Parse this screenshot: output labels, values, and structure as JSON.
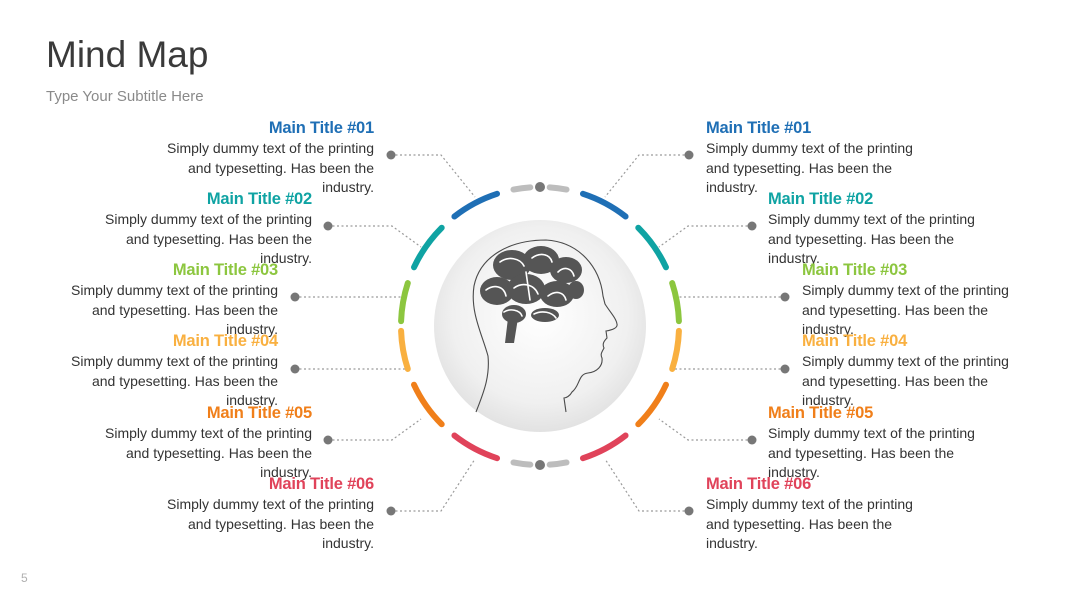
{
  "header": {
    "title": "Mind Map",
    "subtitle": "Type Your Subtitle Here"
  },
  "footer": {
    "page_number": "5"
  },
  "center_icon": "brain-head-icon",
  "colors": {
    "blue": "#1f6fb5",
    "teal": "#0fa3a3",
    "green": "#8cc63f",
    "yellow": "#f9b040",
    "orange": "#f07f1a",
    "red": "#e0435a",
    "gray": "#bdbdbd"
  },
  "left_items": [
    {
      "title": "Main Title #01",
      "text": "Simply dummy text of the printing and typesetting. Has been the industry."
    },
    {
      "title": "Main Title #02",
      "text": "Simply dummy text of the printing and typesetting. Has been the industry."
    },
    {
      "title": "Main Title #03",
      "text": "Simply dummy text of the printing and typesetting. Has been the industry."
    },
    {
      "title": "Main Title #04",
      "text": "Simply dummy text of the printing and typesetting. Has been the industry."
    },
    {
      "title": "Main Title #05",
      "text": "Simply dummy text of the printing and typesetting. Has been the industry."
    },
    {
      "title": "Main Title #06",
      "text": "Simply dummy text of the printing and typesetting. Has been the industry."
    }
  ],
  "right_items": [
    {
      "title": "Main Title #01",
      "text": "Simply dummy text of the printing and typesetting. Has been the industry."
    },
    {
      "title": "Main Title #02",
      "text": "Simply dummy text of the printing and typesetting. Has been the industry."
    },
    {
      "title": "Main Title #03",
      "text": "Simply dummy text of the printing and typesetting. Has been the industry."
    },
    {
      "title": "Main Title #04",
      "text": "Simply dummy text of the printing and typesetting. Has been the industry."
    },
    {
      "title": "Main Title #05",
      "text": "Simply dummy text of the printing and typesetting. Has been the industry."
    },
    {
      "title": "Main Title #06",
      "text": "Simply dummy text of the printing and typesetting. Has been the industry."
    }
  ]
}
